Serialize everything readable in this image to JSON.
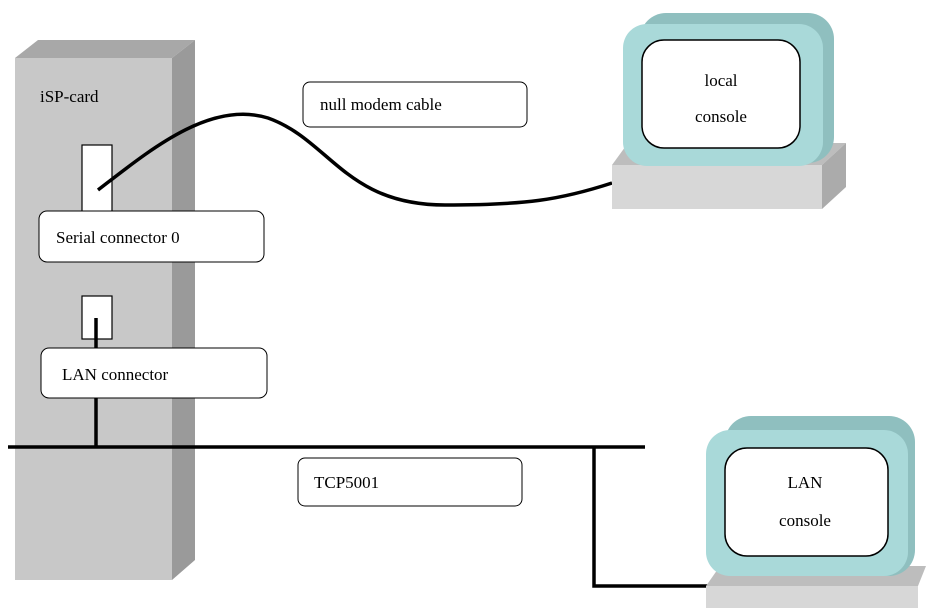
{
  "card": {
    "label": "iSP-card"
  },
  "labels": {
    "null_modem_cable": "null modem cable",
    "serial_connector": "Serial connector 0",
    "lan_connector": "LAN connector",
    "tcp_port": "TCP5001"
  },
  "local_console": {
    "line1": "local",
    "line2": "console"
  },
  "lan_console": {
    "line1": "LAN",
    "line2": "console"
  },
  "colors": {
    "card_front": "#c8c8c8",
    "card_top": "#a8a8a8",
    "card_side": "#999999",
    "monitor_frame": "#a9d9d9",
    "monitor_side": "#8fbfbf",
    "monitor_base": "#d7d7d7",
    "line": "#000000"
  }
}
